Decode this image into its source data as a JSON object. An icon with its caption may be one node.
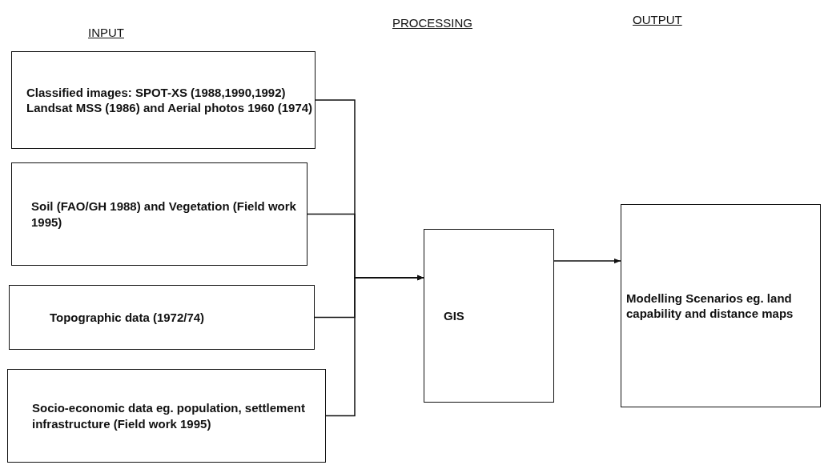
{
  "diagram": {
    "nodes": [
      {
        "text": [
          "Classified images: SPOT-XS (1988,1990,1992) Landsat MSS (1986) and Aerial photos 1960 (1974)"
        ]
      },
      {
        "text": [
          "Soil (FAO/GH 1988) and Vegetation (Field work 1995)"
        ]
      },
      {
        "text": [
          "Topographic data (1972/74)"
        ]
      },
      {
        "text": [
          "Socio-economic data eg. population, settlement infrastructure (Field work 1995)"
        ]
      },
      {
        "text": [
          "GIS"
        ]
      },
      {
        "text": [
          "Modelling Scenarios eg. land capability and distance maps"
        ]
      }
    ],
    "edges": [
      {
        "from": 0,
        "to": 4,
        "arrow": "to"
      },
      {
        "from": 1,
        "to": 4,
        "arrow": "to"
      },
      {
        "from": 2,
        "to": 4,
        "arrow": "to"
      },
      {
        "from": 3,
        "to": 4,
        "arrow": "to"
      },
      {
        "from": 4,
        "to": 5,
        "arrow": "to"
      }
    ],
    "labels": [
      "INPUT",
      "PROCESSING",
      "OUTPUT"
    ]
  }
}
